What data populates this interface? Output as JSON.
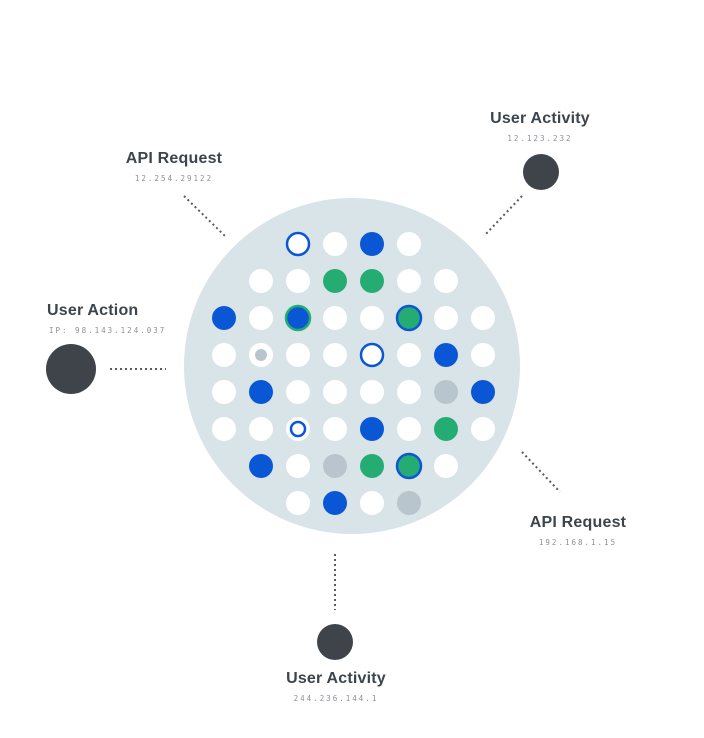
{
  "nodes": [
    {
      "id": "user-activity-top",
      "title": "User Activity",
      "sub": "12.123.232"
    },
    {
      "id": "api-request-left",
      "title": "API Request",
      "sub": "12.254.29122"
    },
    {
      "id": "user-action",
      "title": "User Action",
      "sub": "IP: 98.143.124.037"
    },
    {
      "id": "api-request-right",
      "title": "API Request",
      "sub": "192.168.1.15"
    },
    {
      "id": "user-activity-bottom",
      "title": "User Activity",
      "sub": "244.236.144.1"
    }
  ],
  "colors": {
    "disc": "#d8e4e8",
    "dot_white": "#ffffff",
    "dot_blue": "#0a57d6",
    "dot_green": "#25ac73",
    "dot_gray": "#b9c5cc",
    "node": "#3e444a",
    "connector": "#555c62"
  },
  "grid": {
    "rows": [
      [
        "none",
        "none",
        "ring",
        "white",
        "blue",
        "white",
        "none",
        "none"
      ],
      [
        "none",
        "white",
        "white",
        "green",
        "green",
        "white",
        "white",
        "none"
      ],
      [
        "blue",
        "white",
        "blue-green",
        "white",
        "white",
        "green-blue",
        "white",
        "white"
      ],
      [
        "white",
        "gray-small",
        "white",
        "white",
        "ring",
        "white",
        "blue",
        "white"
      ],
      [
        "white",
        "blue",
        "white",
        "white",
        "white",
        "white",
        "gray",
        "blue"
      ],
      [
        "white",
        "white",
        "ring-small",
        "white",
        "blue",
        "white",
        "green",
        "white"
      ],
      [
        "none",
        "blue",
        "white",
        "gray",
        "green",
        "green-blue",
        "white",
        "none"
      ],
      [
        "none",
        "none",
        "white",
        "blue",
        "white",
        "gray",
        "none",
        "none"
      ]
    ]
  }
}
